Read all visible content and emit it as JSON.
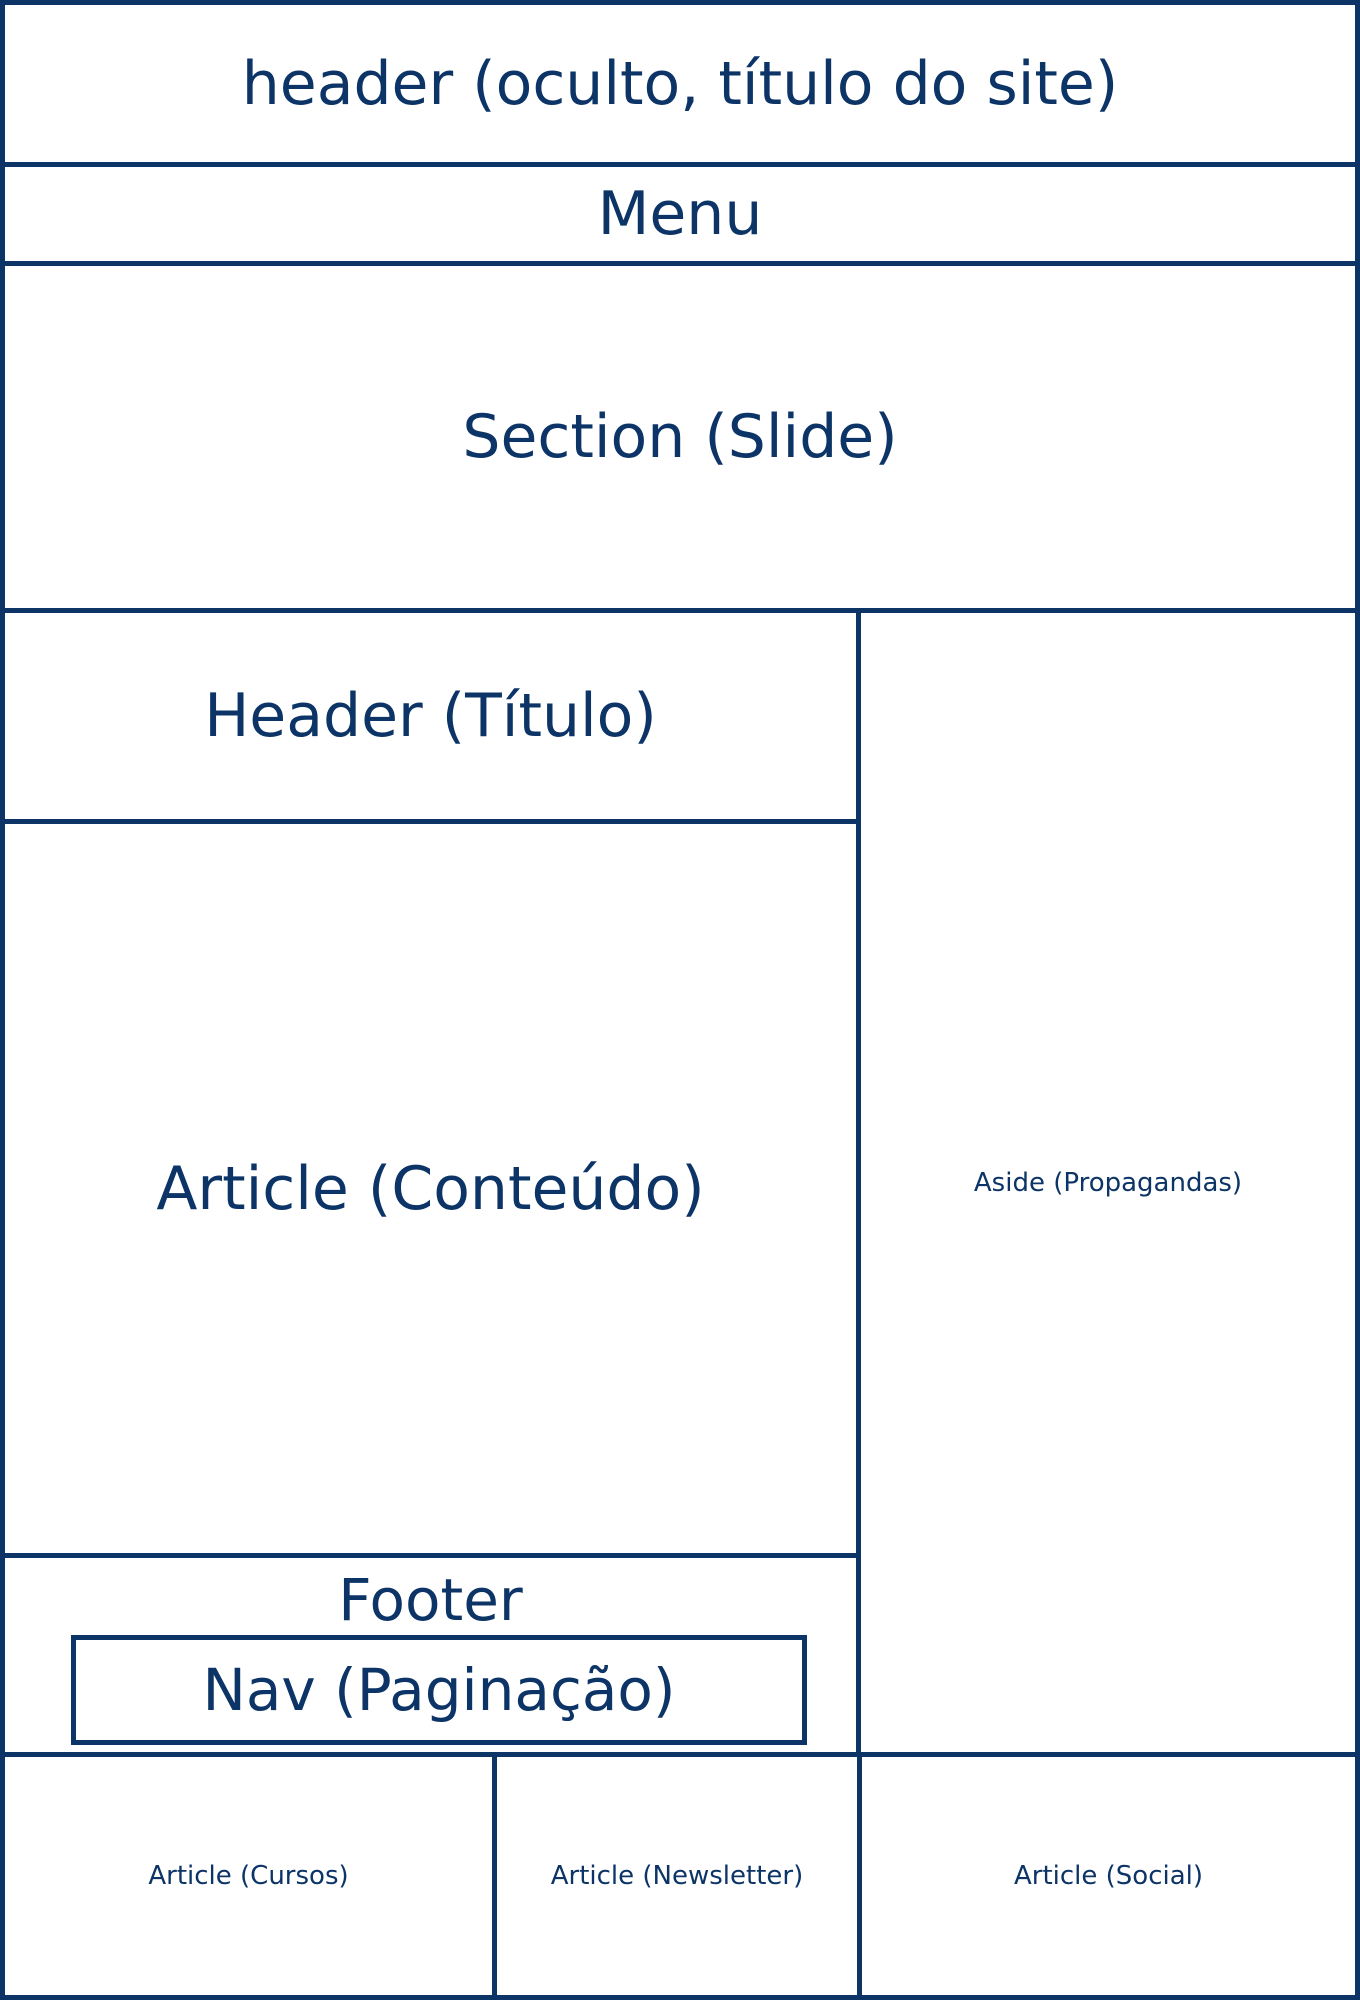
{
  "colors": {
    "line": "#0c3466",
    "text": "#0c3466",
    "background": "#ffffff"
  },
  "regions": {
    "site_header": "header (oculto, título do site)",
    "menu": "Menu",
    "section": "Section (Slide)",
    "content_header": "Header (Título)",
    "article_content": "Article (Conteúdo)",
    "footer": "Footer",
    "nav": "Nav (Paginação)",
    "aside": "Aside (Propagandas)",
    "article_courses": "Article (Cursos)",
    "article_newsletter": "Article (Newsletter)",
    "article_social": "Article (Social)"
  }
}
